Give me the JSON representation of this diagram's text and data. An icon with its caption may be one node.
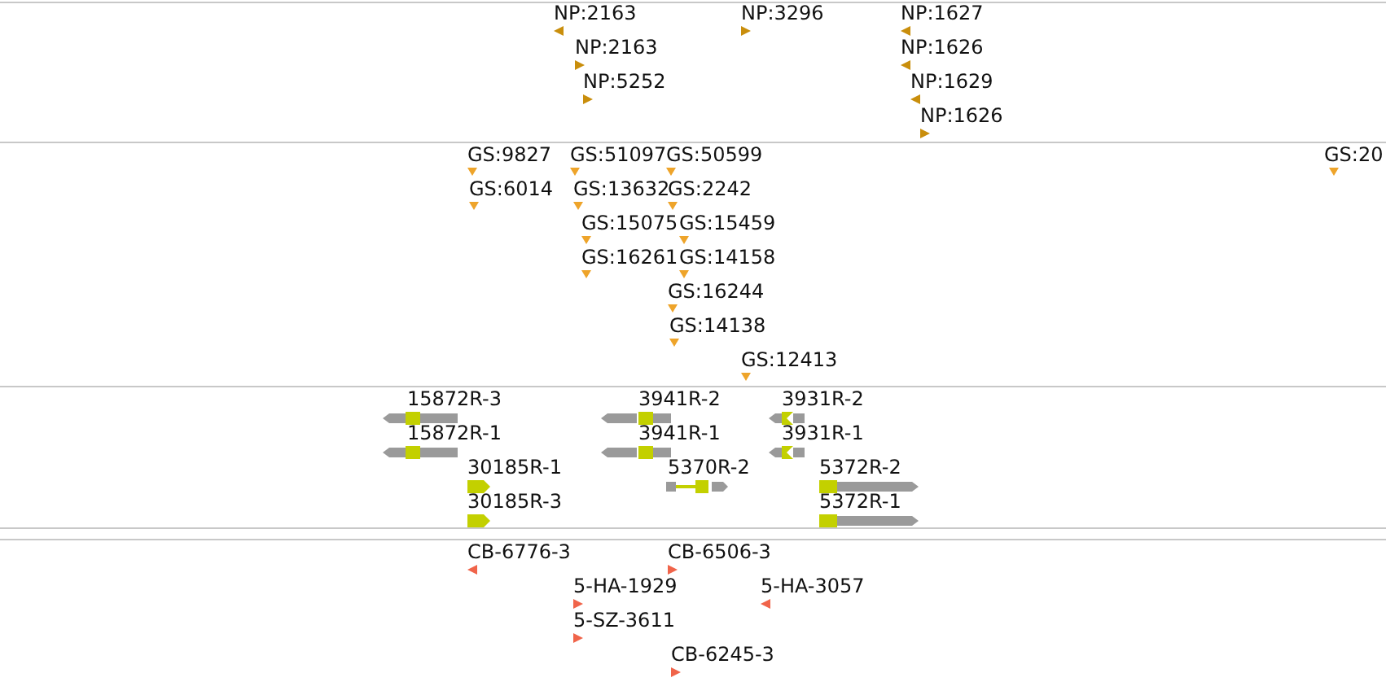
{
  "diagram": {
    "labels": [
      "NP:2163",
      "NP:3296",
      "NP:1627",
      "NP:2163",
      "NP:1626",
      "NP:5252",
      "NP:1629",
      "NP:1626",
      "GS:9827",
      "GS:51097",
      "GS:50599",
      "GS:20",
      "GS:6014",
      "GS:13632",
      "GS:2242",
      "GS:15075",
      "GS:15459",
      "GS:16261",
      "GS:14158",
      "GS:16244",
      "GS:14138",
      "GS:12413",
      "15872R-3",
      "3941R-2",
      "3931R-2",
      "15872R-1",
      "3941R-1",
      "3931R-1",
      "30185R-1",
      "5370R-2",
      "5372R-2",
      "30185R-3",
      "5372R-1",
      "CB-6776-3",
      "CB-6506-3",
      "5-HA-1929",
      "5-HA-3057",
      "5-SZ-3611",
      "CB-6245-3"
    ]
  }
}
